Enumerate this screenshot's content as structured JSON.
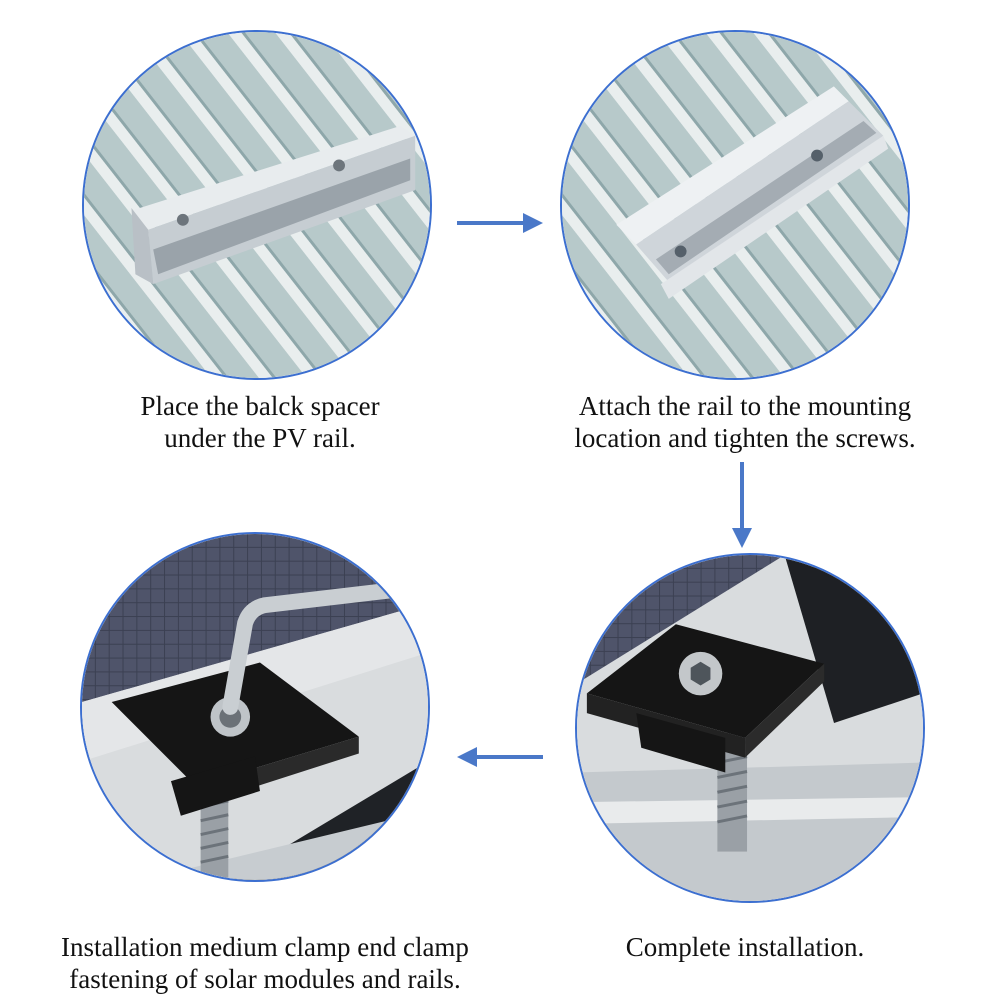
{
  "steps": [
    {
      "icon": "rail-spacer-on-roof-photo",
      "caption": "Place the balck spacer\nunder the PV rail."
    },
    {
      "icon": "rail-attached-on-roof-photo",
      "caption": "Attach the rail to the mounting\nlocation and tighten the screws."
    },
    {
      "icon": "clamp-tightening-with-hex-key-photo",
      "caption": "Installation medium clamp end clamp\nfastening of solar modules and rails."
    },
    {
      "icon": "clamp-installed-photo",
      "caption": "Complete installation."
    }
  ],
  "colors": {
    "arrow": "#4a78c8",
    "circle_border": "#3c6fd0",
    "roof": "#a9c0c2",
    "clamp": "#151515"
  }
}
